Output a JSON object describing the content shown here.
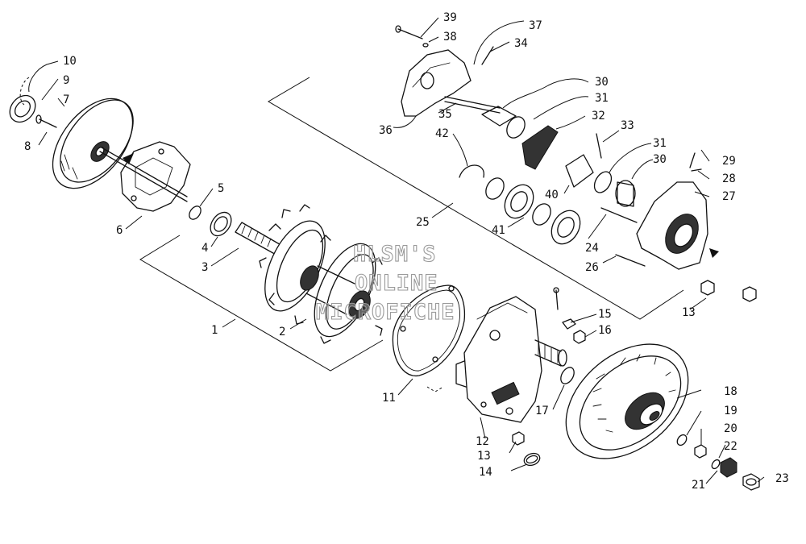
{
  "callouts": [
    {
      "id": "c1",
      "text": "1"
    },
    {
      "id": "c2",
      "text": "2"
    },
    {
      "id": "c3",
      "text": "3"
    },
    {
      "id": "c4",
      "text": "4"
    },
    {
      "id": "c5",
      "text": "5"
    },
    {
      "id": "c6",
      "text": "6"
    },
    {
      "id": "c7",
      "text": "7"
    },
    {
      "id": "c8",
      "text": "8"
    },
    {
      "id": "c9",
      "text": "9"
    },
    {
      "id": "c10",
      "text": "10"
    },
    {
      "id": "c11",
      "text": "11"
    },
    {
      "id": "c12",
      "text": "12"
    },
    {
      "id": "c13a",
      "text": "13"
    },
    {
      "id": "c13b",
      "text": "13"
    },
    {
      "id": "c14",
      "text": "14"
    },
    {
      "id": "c15",
      "text": "15"
    },
    {
      "id": "c16",
      "text": "16"
    },
    {
      "id": "c17",
      "text": "17"
    },
    {
      "id": "c18",
      "text": "18"
    },
    {
      "id": "c19",
      "text": "19"
    },
    {
      "id": "c20",
      "text": "20"
    },
    {
      "id": "c21",
      "text": "21"
    },
    {
      "id": "c22",
      "text": "22"
    },
    {
      "id": "c23",
      "text": "23"
    },
    {
      "id": "c24",
      "text": "24"
    },
    {
      "id": "c25",
      "text": "25"
    },
    {
      "id": "c26",
      "text": "26"
    },
    {
      "id": "c27",
      "text": "27"
    },
    {
      "id": "c28",
      "text": "28"
    },
    {
      "id": "c29",
      "text": "29"
    },
    {
      "id": "c30a",
      "text": "30"
    },
    {
      "id": "c30b",
      "text": "30"
    },
    {
      "id": "c31a",
      "text": "31"
    },
    {
      "id": "c31b",
      "text": "31"
    },
    {
      "id": "c32",
      "text": "32"
    },
    {
      "id": "c33",
      "text": "33"
    },
    {
      "id": "c34",
      "text": "34"
    },
    {
      "id": "c35",
      "text": "35"
    },
    {
      "id": "c36",
      "text": "36"
    },
    {
      "id": "c37",
      "text": "37"
    },
    {
      "id": "c38",
      "text": "38"
    },
    {
      "id": "c39",
      "text": "39"
    },
    {
      "id": "c40",
      "text": "40"
    },
    {
      "id": "c41",
      "text": "41"
    },
    {
      "id": "c42",
      "text": "42"
    }
  ],
  "watermark": [
    "HLSM'S",
    "ONLINE",
    "MICROFICHE"
  ]
}
